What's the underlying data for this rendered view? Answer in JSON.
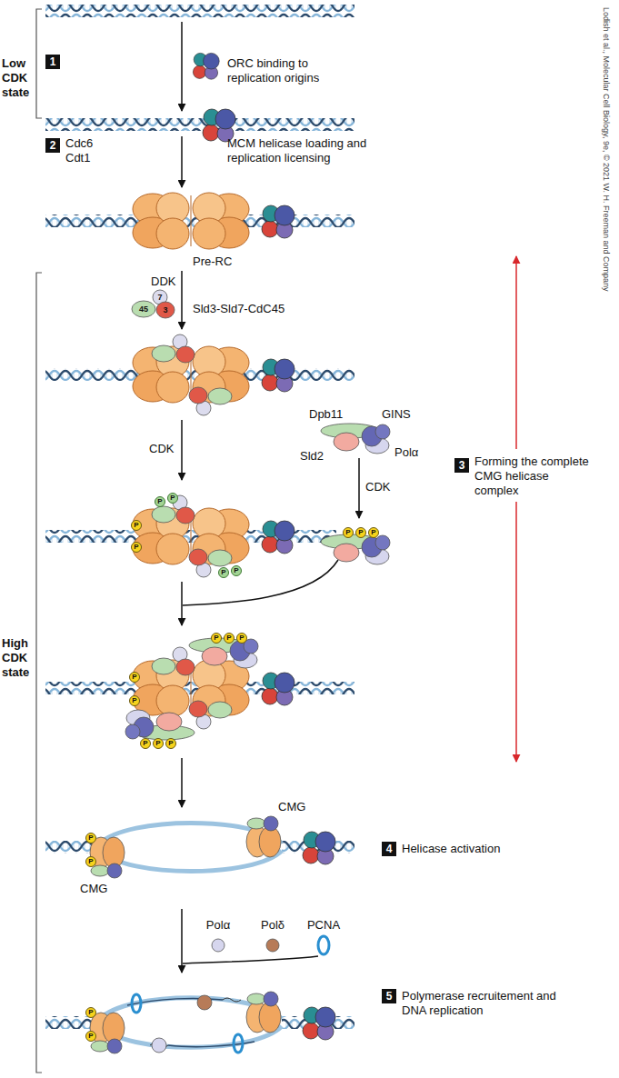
{
  "diagram": {
    "nodes": [
      {
        "text": [
          "1"
        ]
      },
      {
        "text": [
          "2"
        ]
      },
      {
        "text": [
          "3"
        ]
      },
      {
        "text": [
          "4"
        ]
      },
      {
        "text": [
          "5"
        ]
      }
    ],
    "labels": [
      "Low CDK state",
      "ORC binding to replication origins",
      "Cdc6",
      "Cdt1",
      "MCM helicase loading and replication licensing",
      "Pre-RC",
      "High CDK state",
      "DDK",
      "45",
      "7",
      "3",
      "Sld3-Sld7-CdC45",
      "CDK",
      "Dpb11",
      "GINS",
      "Sld2",
      "Polα",
      "Forming the complete CMG helicase complex",
      "CDK",
      "P",
      "P",
      "P",
      "P",
      "P",
      "P",
      "P",
      "P",
      "P",
      "P",
      "P",
      "P",
      "P",
      "P",
      "P",
      "P",
      "P",
      "CMG",
      "Helicase activation",
      "P",
      "P",
      "CMG",
      "Polα",
      "Polδ",
      "PCNA",
      "Polymerase recruitement and DNA replication",
      "P",
      "P",
      "Lodish et al., Molecular Cell Biology, 9e, © 2021 W. H. Freeman and Company"
    ]
  }
}
